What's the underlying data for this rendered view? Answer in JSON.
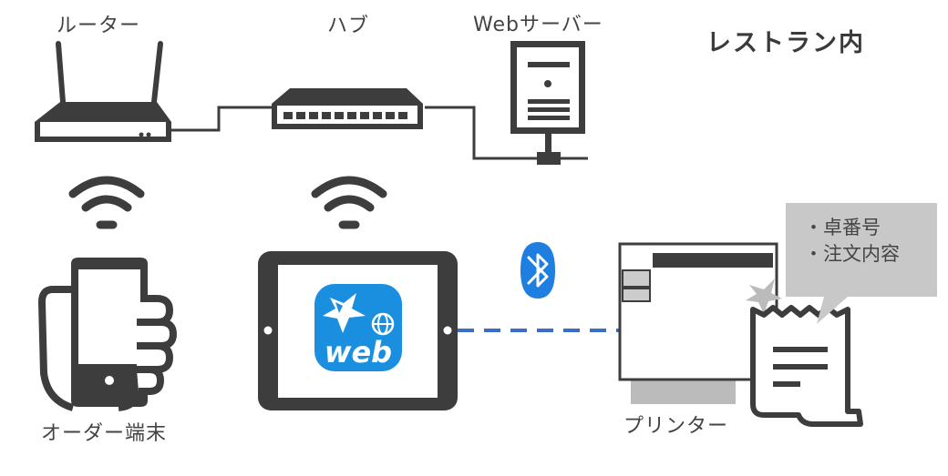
{
  "labels": {
    "router": "ルーター",
    "hub": "ハブ",
    "web_server": "Webサーバー",
    "order_terminal": "オーダー端末",
    "printer": "プリンター"
  },
  "title": "レストラン内",
  "app_icon_text": "web",
  "bubble": {
    "line1": "・卓番号",
    "line2": "・注文内容"
  },
  "colors": {
    "device": "#3d3d3d",
    "label": "#444444",
    "bubble_bg": "#c8c8c8",
    "app_blue": "#1a8fdf",
    "bluetooth_blue": "#1e7fe0",
    "dashed_link": "#3d6cc6"
  },
  "icons": {
    "wifi_1": "wifi-icon",
    "wifi_2": "wifi-icon",
    "bluetooth": "bluetooth-icon",
    "app": "web-app-icon"
  }
}
